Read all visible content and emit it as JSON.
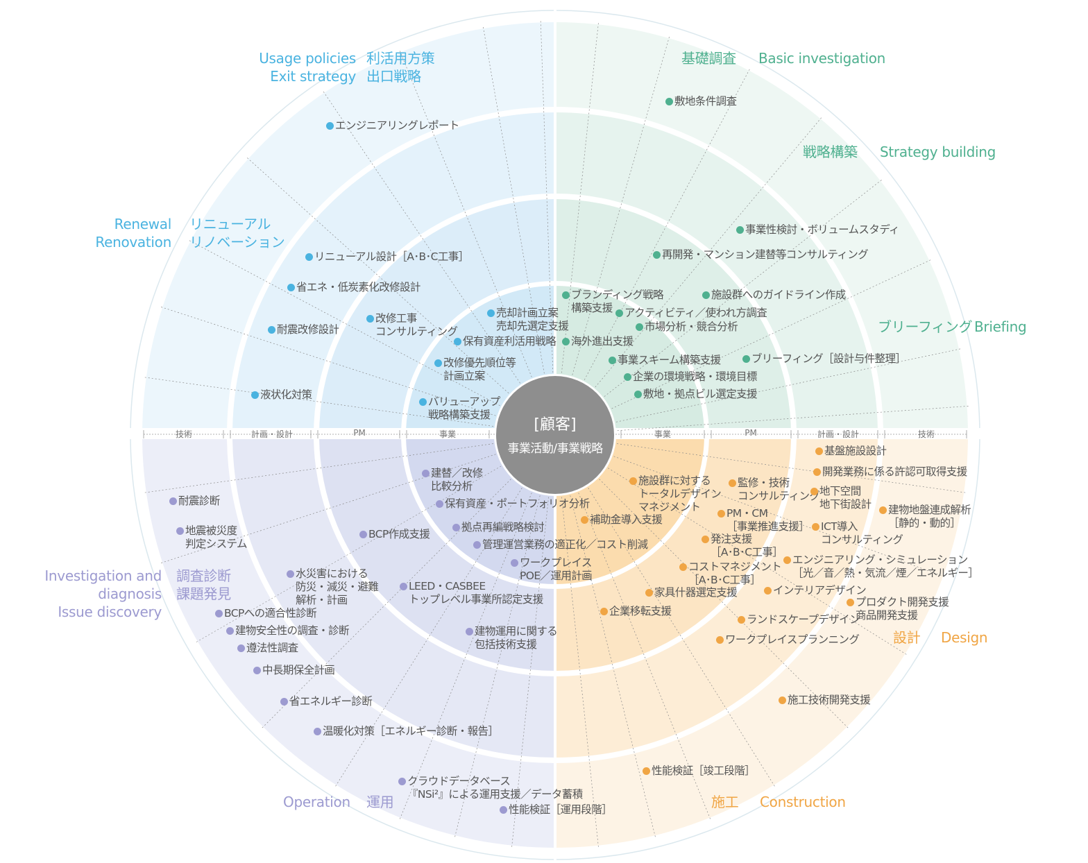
{
  "center": {
    "title": "[顧客]",
    "subtitle": "事業活動/事業戦略"
  },
  "axis": {
    "left": [
      "技術",
      "計画・設計",
      "PM",
      "事業"
    ],
    "right": [
      "事業",
      "PM",
      "計画・設計",
      "技術"
    ]
  },
  "colors": {
    "blue": "#4ab3e0",
    "green": "#4fb08f",
    "orange": "#f0a544",
    "purple": "#9c9ad0"
  },
  "sections": {
    "usage_en": "Usage policies\nExit strategy",
    "usage_ja": "利活用方策\n出口戦略",
    "renewal_en": "Renewal\nRenovation",
    "renewal_ja": "リニューアル\nリノベーション",
    "basic_ja": "基礎調査",
    "basic_en": "Basic investigation",
    "strategy_ja": "戦略構築",
    "strategy_en": "Strategy building",
    "briefing_ja": "ブリーフィング",
    "briefing_en": "Briefing",
    "design_ja": "設計",
    "design_en": "Design",
    "construction_ja": "施工",
    "construction_en": "Construction",
    "operation_en": "Operation",
    "operation_ja": "運用",
    "investigation_en": "Investigation and diagnosis\nIssue discovery",
    "investigation_ja": "調査診断\n課題発見"
  },
  "items": {
    "blue": [
      "エンジニアリングレポート",
      "リニューアル設計［A･B･C工事］",
      "省エネ・低炭素化改修設計",
      "耐震改修設計",
      "液状化対策",
      "改修工事\nコンサルティング",
      "売却計画立案\n売却先選定支援",
      "保有資産利活用戦略",
      "改修優先順位等\n計画立案",
      "バリューアップ\n戦略構築支援"
    ],
    "green": [
      "敷地条件調査",
      "事業性検討・ボリュームスタディ",
      "再開発・マンション建替等コンサルティング",
      "ブランディング戦略\n構築支援",
      "施設群へのガイドライン作成",
      "アクティビティ／使われ方調査",
      "市場分析・競合分析",
      "海外進出支援",
      "事業スキーム構築支援",
      "ブリーフィング［設計与件整理］",
      "企業の環境戦略・環境目標",
      "敷地・拠点ビル選定支援"
    ],
    "orange": [
      "基盤施設設計",
      "開発業務に係る許認可取得支援",
      "施設群に対する\nトータルデザイン\nマネジメント",
      "監修・技術\nコンサルティング",
      "地下空間\n地下街設計",
      "建物地盤連成解析\n［静的・動的］",
      "PM・CM\n［事業推進支援］",
      "補助金導入支援",
      "ICT導入\nコンサルティング",
      "発注支援\n［A･B･C工事］",
      "エンジニアリング・シミュレーション\n［光／音／熱・気流／煙／エネルギー］",
      "コストマネジメント\n［A･B･C工事］",
      "インテリアデザイン",
      "家具什器選定支援",
      "プロダクト開発支援\n商品開発支援",
      "企業移転支援",
      "ランドスケープデザイン",
      "ワークプレイスプランニング",
      "施工技術開発支援",
      "性能検証［竣工段階］"
    ],
    "purple": [
      "建替／改修\n比較分析",
      "保有資産・ポートフォリオ分析",
      "耐震診断",
      "拠点再編戦略検討",
      "地震被災度\n判定システム",
      "BCP作成支援",
      "管理運営業務の適正化／コスト削減",
      "ワークプレイス\nPOE／運用計画",
      "水災害における\n防災・減災・避難\n解析・計画",
      "LEED・CASBEE\nトップレベル事業所認定支援",
      "BCPへの適合性診断",
      "建物安全性の調査・診断",
      "建物運用に関する\n包括技術支援",
      "遵法性調査",
      "中長期保全計画",
      "省エネルギー診断",
      "温暖化対策［エネルギー診断・報告］",
      "クラウドデータベース\n『NSi²』による運用支援／データ蓄積",
      "性能検証［運用段階］"
    ]
  }
}
